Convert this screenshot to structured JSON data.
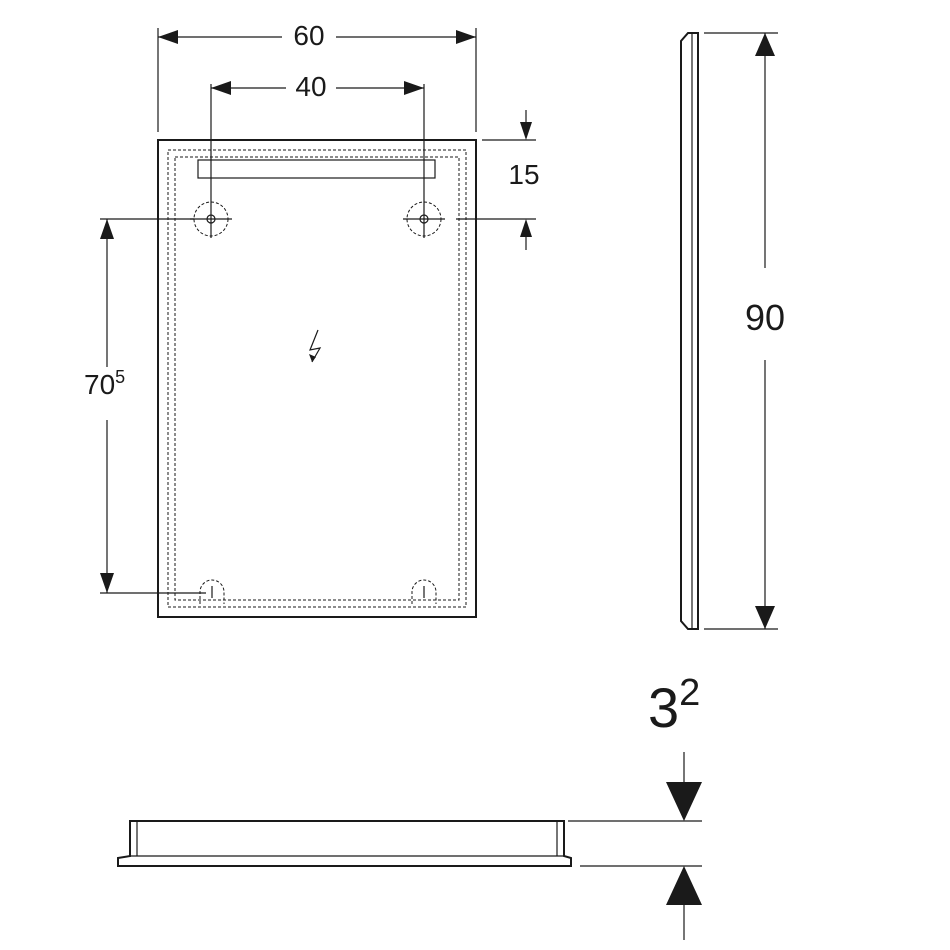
{
  "front_view": {
    "width_label": "60",
    "hole_spacing_label": "40",
    "top_offset_label": "15",
    "height_base": "70",
    "height_sup": "5"
  },
  "side_view": {
    "height_label": "90"
  },
  "bottom_view": {
    "thickness_base": "3",
    "thickness_sup": "2"
  },
  "colors": {
    "line": "#1a1a1a",
    "background": "#ffffff"
  }
}
